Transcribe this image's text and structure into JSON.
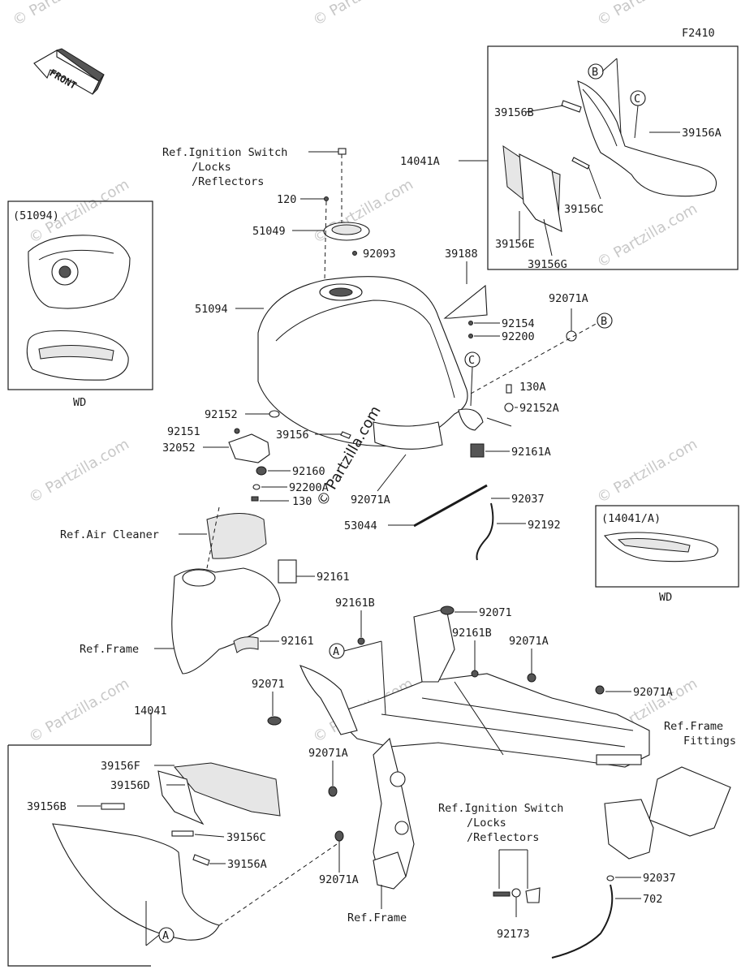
{
  "diagram_code": "F2410",
  "front_label": "FRONT",
  "watermark": "© Partzilla.com",
  "insets": {
    "tank_wd": {
      "code": "(51094)",
      "note": "WD"
    },
    "cover_wd": {
      "code": "(14041/A)",
      "note": "WD"
    }
  },
  "callouts": {
    "A": "A",
    "B": "B",
    "C": "C"
  },
  "labels": {
    "ref_ignition_1": "Ref.Ignition Switch",
    "locks_1": "/Locks",
    "reflectors_1": "/Reflectors",
    "p120": "120",
    "p51049": "51049",
    "p92093": "92093",
    "p51094": "51094",
    "p39188": "39188",
    "p14041A": "14041A",
    "p39156B_top": "39156B",
    "p39156A_top": "39156A",
    "p39156C_top": "39156C",
    "p39156E": "39156E",
    "p39156G": "39156G",
    "p92071A_top": "92071A",
    "p92154": "92154",
    "p92200": "92200",
    "p130A": "130A",
    "p92152A": "92152A",
    "p92161A": "92161A",
    "p92152": "92152",
    "p92151": "92151",
    "p32052": "32052",
    "p39156": "39156",
    "p92160": "92160",
    "p92200A": "92200A",
    "p130": "130",
    "p92071A_mid": "92071A",
    "p92037_mid": "92037",
    "p53044": "53044",
    "p92192": "92192",
    "ref_air_cleaner": "Ref.Air Cleaner",
    "p92161_a": "92161",
    "p92161_b": "92161",
    "ref_frame_1": "Ref.Frame",
    "p92161B_a": "92161B",
    "p92071_a": "92071",
    "p92161B_b": "92161B",
    "p92071A_r1": "92071A",
    "p92071_b": "92071",
    "p92071A_r2": "92071A",
    "p14041": "14041",
    "ref_frame_fittings_1": "Ref.Frame",
    "ref_frame_fittings_2": "Fittings",
    "p39156F": "39156F",
    "p39156D": "39156D",
    "p92071A_l1": "92071A",
    "p39156B_low": "39156B",
    "p39156C_low": "39156C",
    "p39156A_low": "39156A",
    "ref_ignition_2": "Ref.Ignition Switch",
    "locks_2": "/Locks",
    "reflectors_2": "/Reflectors",
    "p92071A_l2": "92071A",
    "ref_frame_2": "Ref.Frame",
    "p92173": "92173",
    "p92037_low": "92037",
    "p702": "702"
  }
}
